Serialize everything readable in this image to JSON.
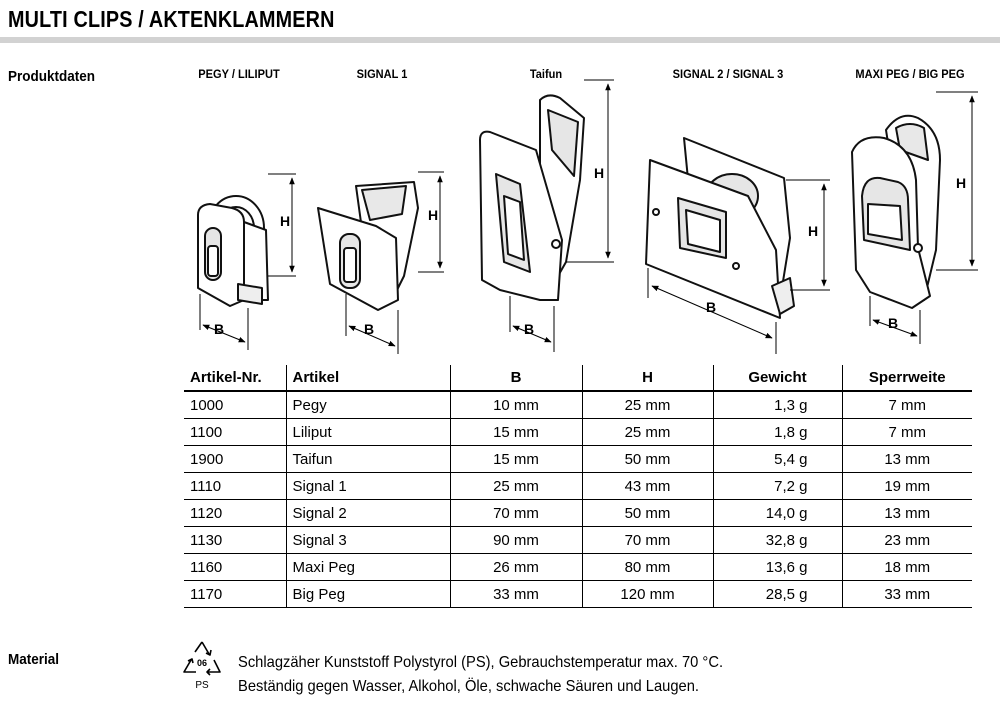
{
  "header": {
    "title": "MULTI CLIPS / AKTENKLAMMERN"
  },
  "sections": {
    "product_data": "Produktdaten",
    "material": "Material"
  },
  "clip_labels": [
    "PEGY / LILIPUT",
    "SIGNAL 1",
    "Taifun",
    "SIGNAL 2 / SIGNAL 3",
    "MAXI PEG / BIG PEG"
  ],
  "dimension_labels": {
    "width": "B",
    "height": "H"
  },
  "table": {
    "headers": [
      "Artikel-Nr.",
      "Artikel",
      "B",
      "H",
      "Gewicht",
      "Sperrweite"
    ],
    "rows": [
      [
        "1000",
        "Pegy",
        "10 mm",
        "25 mm",
        "1,3 g",
        "7 mm"
      ],
      [
        "1100",
        "Liliput",
        "15 mm",
        "25 mm",
        "1,8 g",
        "7 mm"
      ],
      [
        "1900",
        "Taifun",
        "15 mm",
        "50 mm",
        "5,4 g",
        "13 mm"
      ],
      [
        "1110",
        "Signal 1",
        "25 mm",
        "43 mm",
        "7,2 g",
        "19 mm"
      ],
      [
        "1120",
        "Signal 2",
        "70 mm",
        "50 mm",
        "14,0 g",
        "13 mm"
      ],
      [
        "1130",
        "Signal 3",
        "90 mm",
        "70 mm",
        "32,8 g",
        "23 mm"
      ],
      [
        "1160",
        "Maxi Peg",
        "26 mm",
        "80 mm",
        "13,6 g",
        "18 mm"
      ],
      [
        "1170",
        "Big Peg",
        "33 mm",
        "120 mm",
        "28,5 g",
        "33 mm"
      ]
    ]
  },
  "material": {
    "recycling_code": "06",
    "recycling_abbr": "PS",
    "lines": [
      "Schlagzäher Kunststoff Polystyrol (PS), Gebrauchstemperatur max. 70 °C.",
      "Beständig gegen Wasser, Alkohol, Öle, schwache Säuren und Laugen."
    ]
  }
}
